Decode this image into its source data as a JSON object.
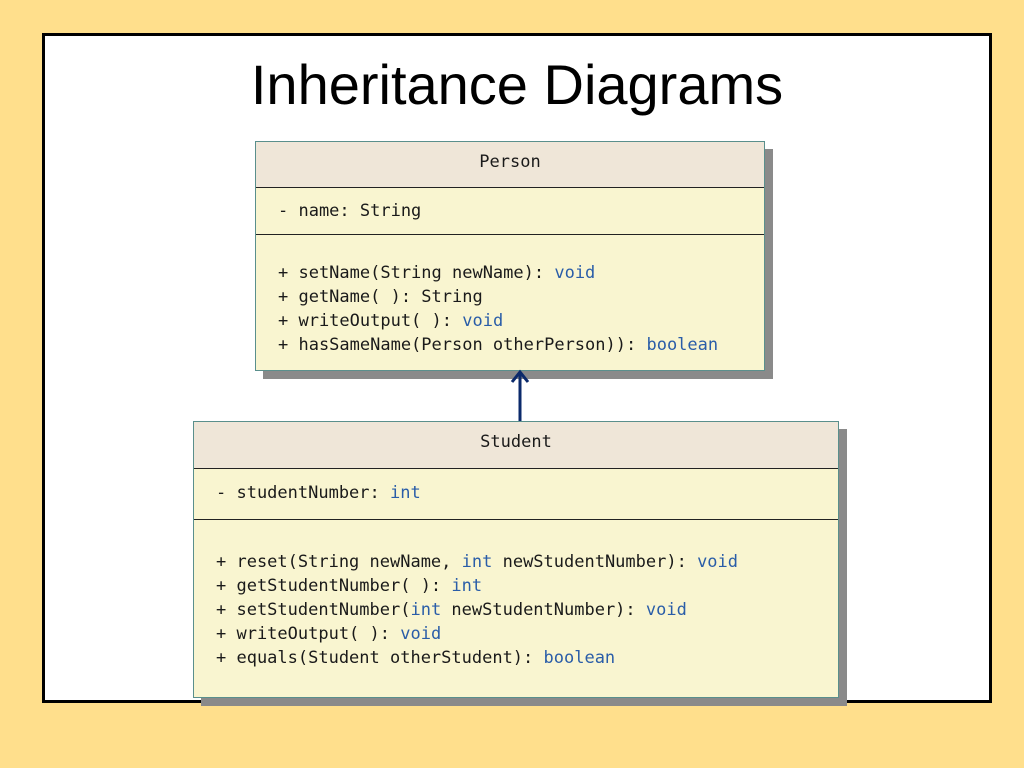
{
  "slide": {
    "title": "Inheritance Diagrams",
    "background_color": "#FFDF8C",
    "keyword_color": "#2A5DA8"
  },
  "person": {
    "name": "Person",
    "attributes": [
      {
        "text": "- name: String"
      }
    ],
    "operations": [
      {
        "text": "+ setName(String newName): ",
        "type": "void"
      },
      {
        "text": "+ getName( ): String",
        "type": ""
      },
      {
        "text": "+ writeOutput( ): ",
        "type": "void"
      },
      {
        "text": "+ hasSameName(Person otherPerson)): ",
        "type": "boolean"
      }
    ]
  },
  "student": {
    "name": "Student",
    "attributes": [
      {
        "text": "- studentNumber: ",
        "type": "int"
      }
    ],
    "operations": [
      {
        "parts": [
          [
            "+ reset(String newName, ",
            ""
          ],
          [
            "int",
            "kw"
          ],
          [
            " newStudentNumber): ",
            ""
          ],
          [
            "void",
            "kw"
          ]
        ]
      },
      {
        "parts": [
          [
            "+ getStudentNumber( ): ",
            ""
          ],
          [
            "int",
            "kw"
          ]
        ]
      },
      {
        "parts": [
          [
            "+ setStudentNumber(",
            ""
          ],
          [
            "int",
            "kw"
          ],
          [
            " newStudentNumber): ",
            ""
          ],
          [
            "void",
            "kw"
          ]
        ]
      },
      {
        "parts": [
          [
            "+ writeOutput( ): ",
            ""
          ],
          [
            "void",
            "kw"
          ]
        ]
      },
      {
        "parts": [
          [
            "+ equals(Student otherStudent): ",
            ""
          ],
          [
            "boolean",
            "kw"
          ]
        ]
      }
    ]
  }
}
